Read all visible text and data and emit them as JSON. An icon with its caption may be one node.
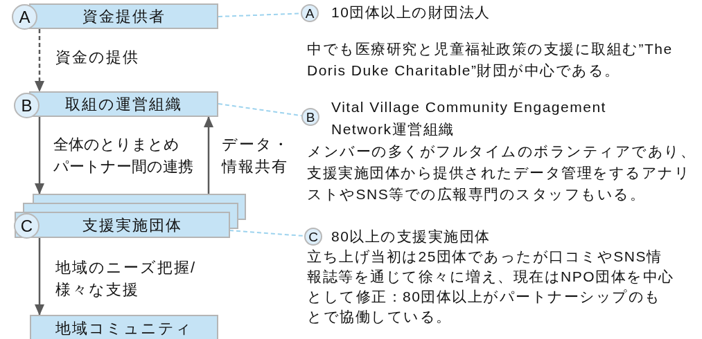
{
  "diagram": {
    "nodes": [
      {
        "text": [
          "A"
        ]
      },
      {
        "text": [
          "資金提供者"
        ]
      },
      {
        "text": [
          "B"
        ]
      },
      {
        "text": [
          "取組の運営組織"
        ]
      },
      {
        "text": [
          "C"
        ]
      },
      {
        "text": [
          "支援実施団体"
        ]
      },
      {
        "text": [
          "地域コミュニティ"
        ]
      },
      {
        "text": [
          "A"
        ],
        "beside": [
          "10団体以上の財団法人",
          "中でも医療研究と児童福祉政策の支援に取組む”The Doris Duke Charitable”財団が中心である。"
        ]
      },
      {
        "text": [
          "B"
        ],
        "beside": [
          "Vital Village Community Engagement Network運営組織",
          "メンバーの多くがフルタイムのボランティアであり、支援実施団体から提供されたデータ管理をするアナリストやSNS等での広報専門のスタッフもいる。"
        ]
      },
      {
        "text": [
          "C"
        ],
        "beside": [
          "80以上の支援実施団体",
          "立ち上げ当初は25団体であったが口コミやSNS情報誌等を通じて徐々に増え、現在はNPO団体を中心として修正：80団体以上がパートナーシップのもとで協働している。"
        ]
      }
    ],
    "edges": [
      {
        "from": 1,
        "to": 3,
        "arrow": "to",
        "style": "dashed",
        "label": "資金の提供"
      },
      {
        "from": 3,
        "to": 5,
        "arrow": "to",
        "label": "全体のとりまとめパートナー間の連携"
      },
      {
        "from": 5,
        "to": 3,
        "arrow": "to",
        "label": "データ・情報共有"
      },
      {
        "from": 5,
        "to": 6,
        "arrow": "to",
        "label": "地域のニーズ把握/様々な支援"
      },
      {
        "from": 1,
        "to": 7,
        "arrow": "none",
        "style": "dashed",
        "color": "#9dd3ee"
      },
      {
        "from": 3,
        "to": 8,
        "arrow": "none",
        "style": "dashed",
        "color": "#9dd3ee"
      },
      {
        "from": 5,
        "to": 9,
        "arrow": "none",
        "style": "dashed",
        "color": "#9dd3ee"
      }
    ]
  }
}
